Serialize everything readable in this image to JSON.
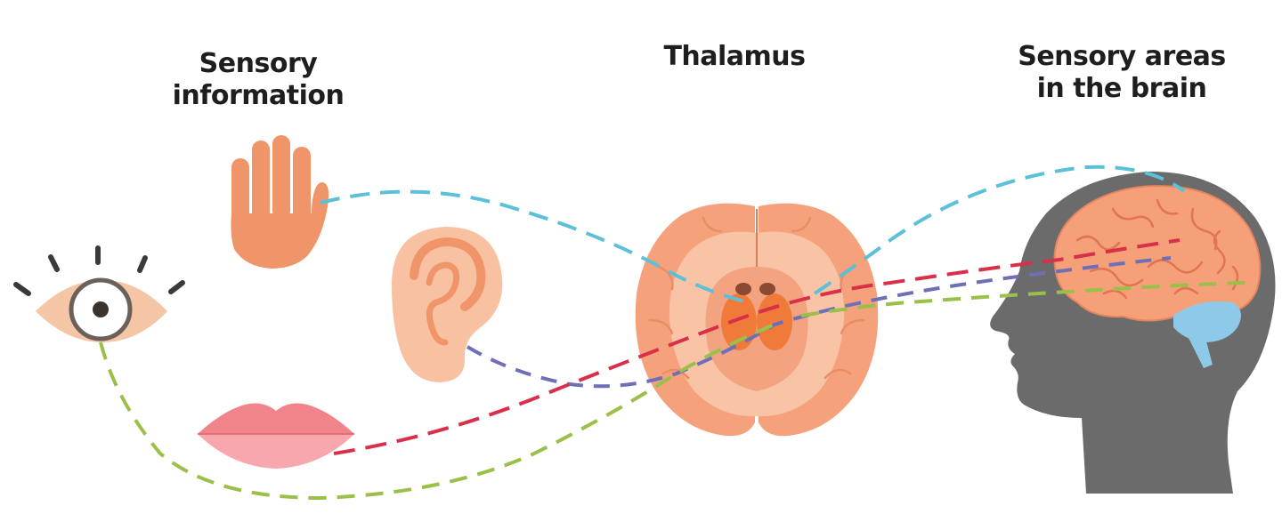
{
  "labels": {
    "sensory_information": "Sensory\ninformation",
    "thalamus": "Thalamus",
    "sensory_areas": "Sensory areas\nin the brain"
  },
  "colors": {
    "touch_pathway": "#5bc0d8",
    "hearing_pathway": "#6f6fb8",
    "taste_pathway": "#d9304a",
    "vision_pathway": "#9ac04a",
    "skin": "#f0956a",
    "skin_light": "#f8c9a8",
    "head": "#6b6b6b",
    "brain": "#f6a07a",
    "cerebellum": "#8fc9ea"
  },
  "icons": [
    "eye-icon",
    "hand-icon",
    "ear-icon",
    "lips-icon",
    "thalamus-brain-icon",
    "head-brain-icon"
  ]
}
